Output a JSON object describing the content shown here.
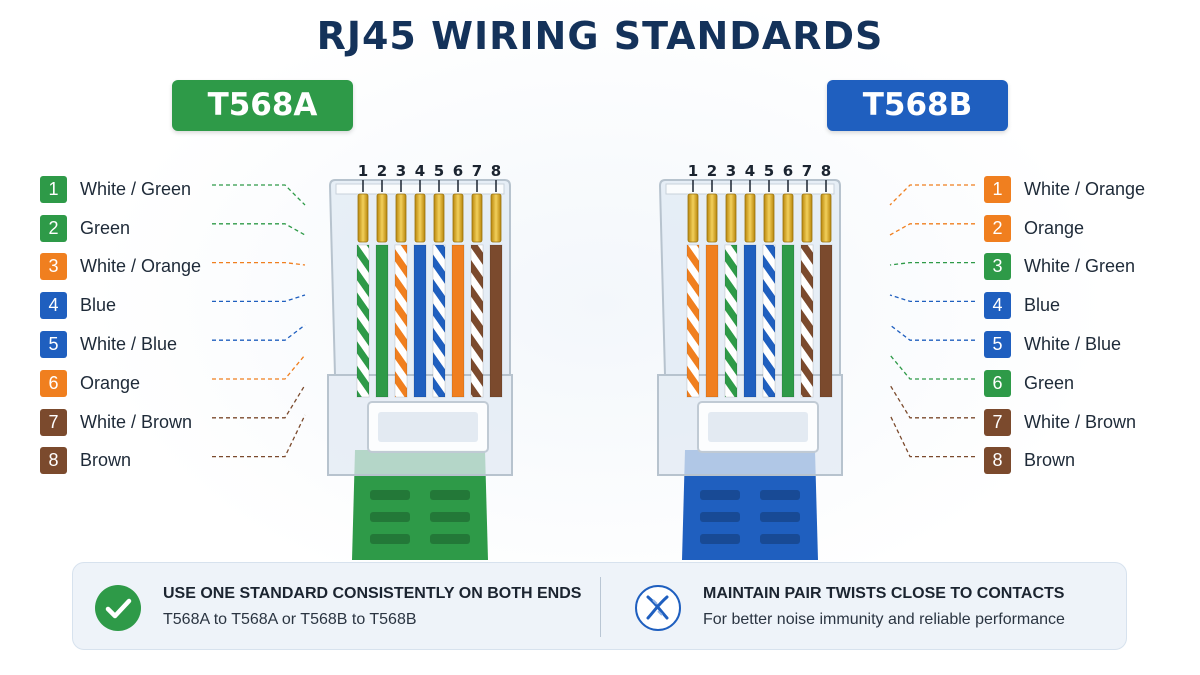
{
  "title": "RJ45 WIRING STANDARDS",
  "colors": {
    "green": "#2e9a48",
    "orange": "#f07f1f",
    "blue": "#1f5fbf",
    "brown": "#7b4a2d",
    "title": "#14325a"
  },
  "pin_numbers": [
    "1",
    "2",
    "3",
    "4",
    "5",
    "6",
    "7",
    "8"
  ],
  "t568a": {
    "label": "T568A",
    "boot_color": "#2e9a48",
    "pins": [
      {
        "num": "1",
        "label": "White / Green",
        "color": "green",
        "striped": true
      },
      {
        "num": "2",
        "label": "Green",
        "color": "green",
        "striped": false
      },
      {
        "num": "3",
        "label": "White / Orange",
        "color": "orange",
        "striped": true
      },
      {
        "num": "4",
        "label": "Blue",
        "color": "blue",
        "striped": false
      },
      {
        "num": "5",
        "label": "White / Blue",
        "color": "blue",
        "striped": true
      },
      {
        "num": "6",
        "label": "Orange",
        "color": "orange",
        "striped": false
      },
      {
        "num": "7",
        "label": "White / Brown",
        "color": "brown",
        "striped": true
      },
      {
        "num": "8",
        "label": "Brown",
        "color": "brown",
        "striped": false
      }
    ]
  },
  "t568b": {
    "label": "T568B",
    "boot_color": "#1f5fbf",
    "pins": [
      {
        "num": "1",
        "label": "White / Orange",
        "color": "orange",
        "striped": true
      },
      {
        "num": "2",
        "label": "Orange",
        "color": "orange",
        "striped": false
      },
      {
        "num": "3",
        "label": "White / Green",
        "color": "green",
        "striped": true
      },
      {
        "num": "4",
        "label": "Blue",
        "color": "blue",
        "striped": false
      },
      {
        "num": "5",
        "label": "White / Blue",
        "color": "blue",
        "striped": true
      },
      {
        "num": "6",
        "label": "Green",
        "color": "green",
        "striped": false
      },
      {
        "num": "7",
        "label": "White / Brown",
        "color": "brown",
        "striped": true
      },
      {
        "num": "8",
        "label": "Brown",
        "color": "brown",
        "striped": false
      }
    ]
  },
  "tips": [
    {
      "icon": "check-icon",
      "heading": "USE ONE STANDARD CONSISTENTLY ON BOTH ENDS",
      "text": "T568A to T568A or T568B to T568B"
    },
    {
      "icon": "twisted-pair-icon",
      "heading": "MAINTAIN PAIR TWISTS CLOSE TO CONTACTS",
      "text": "For better noise immunity and reliable performance"
    }
  ]
}
